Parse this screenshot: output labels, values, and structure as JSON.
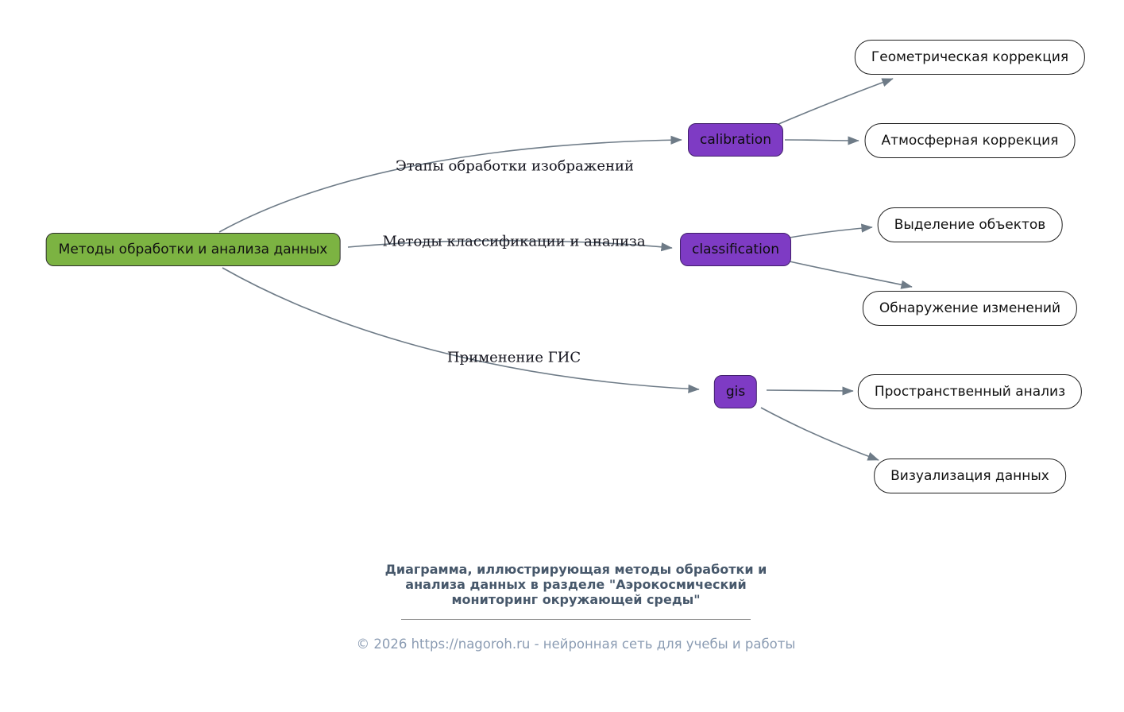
{
  "diagram": {
    "root": {
      "label": "Методы обработки и анализа данных"
    },
    "branches": [
      {
        "id": "calibration",
        "label": "calibration",
        "edge_label": "Этапы обработки изображений",
        "children": [
          {
            "label": "Геометрическая коррекция"
          },
          {
            "label": "Атмосферная коррекция"
          }
        ]
      },
      {
        "id": "classification",
        "label": "classification",
        "edge_label": "Методы классификации и анализа",
        "children": [
          {
            "label": "Выделение объектов"
          },
          {
            "label": "Обнаружение изменений"
          }
        ]
      },
      {
        "id": "gis",
        "label": "gis",
        "edge_label": "Применение ГИС",
        "children": [
          {
            "label": "Пространственный анализ"
          },
          {
            "label": "Визуализация данных"
          }
        ]
      }
    ],
    "colors": {
      "root_fill": "#7cb342",
      "branch_fill": "#7e3bc4",
      "leaf_fill": "#ffffff",
      "edge": "#6e7b87",
      "caption_text": "#47586b",
      "copyright_text": "#8b9cb3"
    }
  },
  "footer": {
    "caption_lines": [
      "Диаграмма, иллюстрирующая методы обработки и",
      "анализа данных в разделе \"Аэрокосмический",
      "мониторинг окружающей среды\""
    ],
    "copyright": "© 2026 https://nagoroh.ru - нейронная сеть для учебы и работы"
  }
}
